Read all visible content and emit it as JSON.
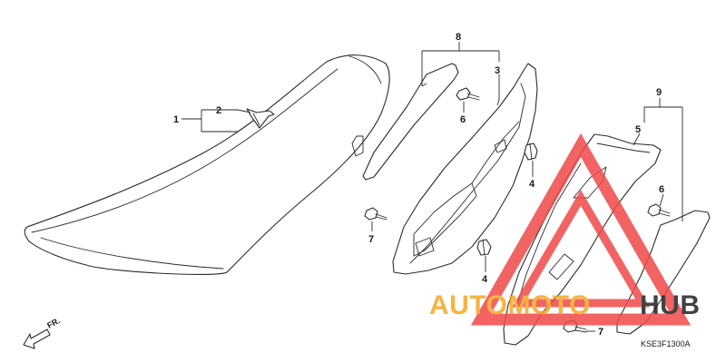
{
  "callouts": [
    "1",
    "2",
    "3",
    "4",
    "4",
    "5",
    "6",
    "6",
    "7",
    "7",
    "8",
    "9"
  ],
  "diagram_code": "KSE3F1300A",
  "direction_label": "FR.",
  "watermark": {
    "left_text": "AUTOMOTO",
    "right_text": "HUB",
    "colors": {
      "triangle": "#f04a4a",
      "left": "#f5a623",
      "right": "#222222"
    }
  }
}
